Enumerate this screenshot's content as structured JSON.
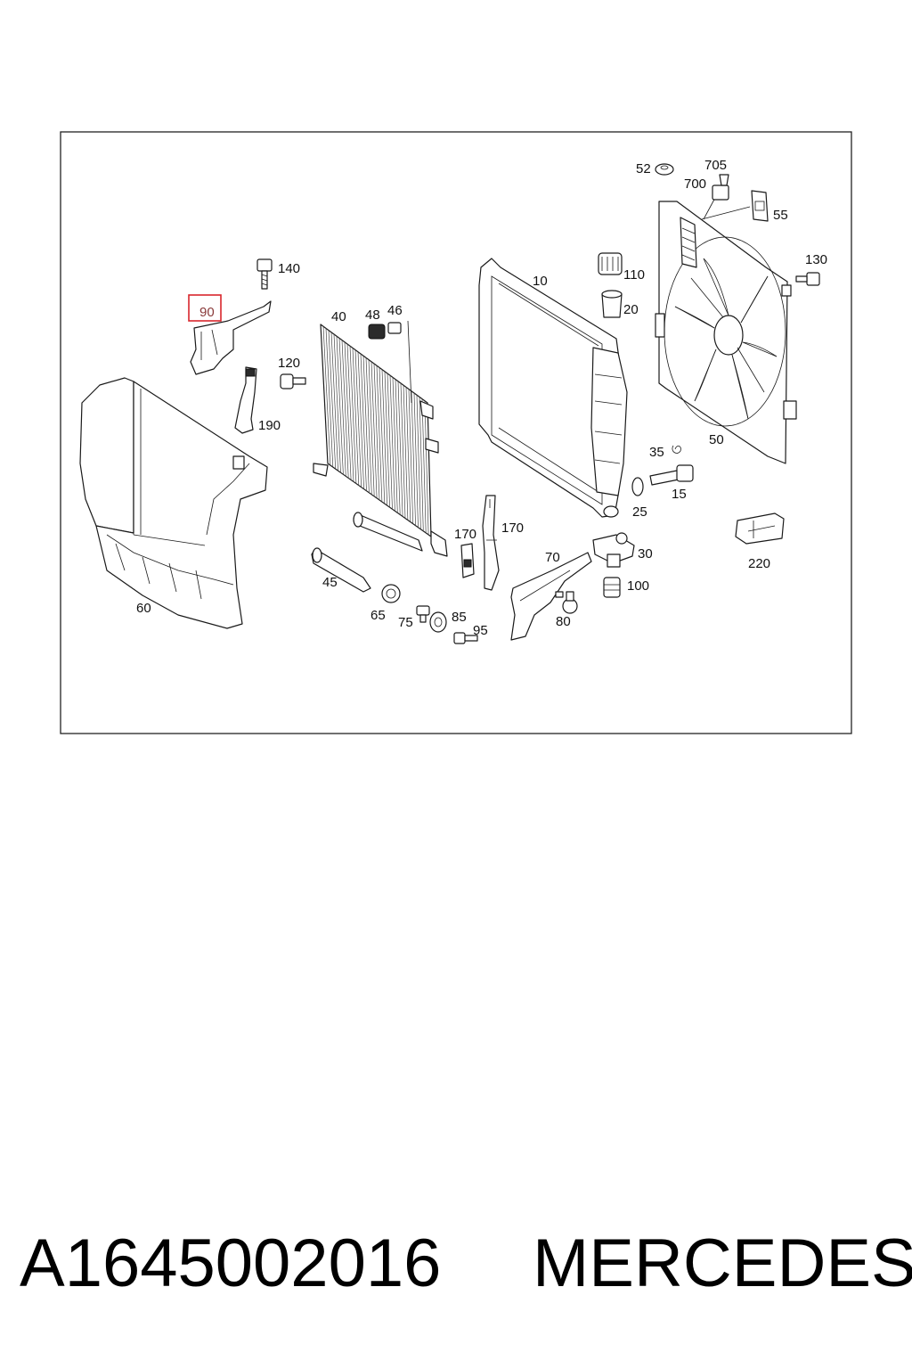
{
  "diagram": {
    "highlighted_callout": "90",
    "callouts": [
      {
        "id": "c52",
        "text": "52"
      },
      {
        "id": "c705",
        "text": "705"
      },
      {
        "id": "c700",
        "text": "700"
      },
      {
        "id": "c55",
        "text": "55"
      },
      {
        "id": "c130",
        "text": "130"
      },
      {
        "id": "c140",
        "text": "140"
      },
      {
        "id": "c110",
        "text": "110"
      },
      {
        "id": "c10",
        "text": "10"
      },
      {
        "id": "c20",
        "text": "20"
      },
      {
        "id": "c40",
        "text": "40"
      },
      {
        "id": "c48",
        "text": "48"
      },
      {
        "id": "c46",
        "text": "46"
      },
      {
        "id": "c120",
        "text": "120"
      },
      {
        "id": "c190",
        "text": "190"
      },
      {
        "id": "c50",
        "text": "50"
      },
      {
        "id": "c35",
        "text": "35"
      },
      {
        "id": "c15",
        "text": "15"
      },
      {
        "id": "c25",
        "text": "25"
      },
      {
        "id": "c170a",
        "text": "170"
      },
      {
        "id": "c170b",
        "text": "170"
      },
      {
        "id": "c70",
        "text": "70"
      },
      {
        "id": "c30",
        "text": "30"
      },
      {
        "id": "c220",
        "text": "220"
      },
      {
        "id": "c100",
        "text": "100"
      },
      {
        "id": "c45",
        "text": "45"
      },
      {
        "id": "c60",
        "text": "60"
      },
      {
        "id": "c65",
        "text": "65"
      },
      {
        "id": "c75",
        "text": "75"
      },
      {
        "id": "c85",
        "text": "85"
      },
      {
        "id": "c95",
        "text": "95"
      },
      {
        "id": "c80",
        "text": "80"
      }
    ]
  },
  "caption": {
    "part_number": "A1645002016",
    "brand": "MERCEDES"
  },
  "colors": {
    "highlight_box": "#d9262c",
    "line_art": "#1a1a1a",
    "background": "#ffffff"
  }
}
